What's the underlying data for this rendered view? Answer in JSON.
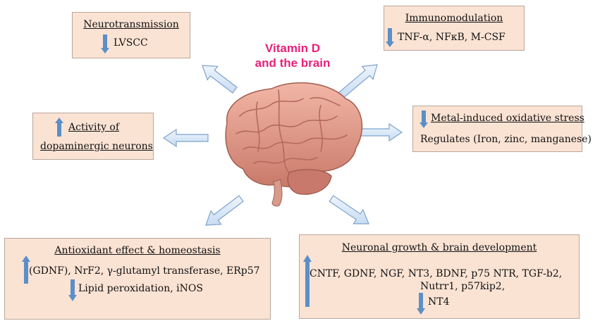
{
  "title": {
    "line1": "Vitamin D",
    "line2": "and the brain"
  },
  "boxes": {
    "neurotransmission": {
      "heading": "Neurotransmission",
      "item": "LVSCC",
      "trend": "down"
    },
    "immunomodulation": {
      "heading": "Immunomodulation",
      "item": "TNF-α, NFκB, M-CSF",
      "trend": "down"
    },
    "dopaminergic": {
      "heading_line1": "Activity of",
      "heading_line2": "dopaminergic neurons",
      "trend": "up"
    },
    "oxidative_stress": {
      "heading": "Metal-induced oxidative stress",
      "item": "Regulates (Iron, zinc, manganese)",
      "trend": "down"
    },
    "antioxidant": {
      "heading": "Antioxidant effect & homeostasis",
      "item_up": "(GDNF), NrF2, γ-glutamyl transferase, ERp57",
      "item_down": "Lipid peroxidation, iNOS"
    },
    "neuronal_growth": {
      "heading": "Neuronal growth & brain development",
      "line1": "CNTF, GDNF, NGF, NT3, BDNF, p75 NTR, TGF-b2,",
      "line2": "Nutrr1, p57kip2,",
      "line3": "NT4"
    }
  },
  "colors": {
    "box_fill": "#fbe3d4",
    "title": "#e8217a",
    "trend_arrow": "#5b8fc7",
    "flow_arrow": "#d6e6f7"
  }
}
